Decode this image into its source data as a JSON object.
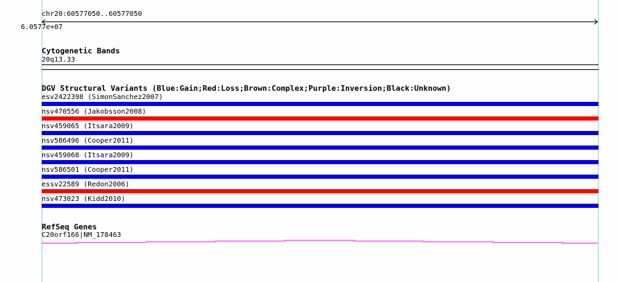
{
  "location": "chr20:60577050..60577050",
  "axis_label": "6.0577e+07",
  "cyto": {
    "title": "Cytogenetic Bands",
    "band": "20q13.33"
  },
  "dgv": {
    "title": "DGV Structural Variants (Blue:Gain;Red:Loss;Brown:Complex;Purple:Inversion;Black:Unknown)",
    "items": [
      {
        "label": "esv2422398 (SimonSanchez2007)",
        "color": "#0000ee"
      },
      {
        "label": "nsv470556 (Jakobsson2008)",
        "color": "#ff0000"
      },
      {
        "label": "nsv459065 (Itsara2009)",
        "color": "#0000ee"
      },
      {
        "label": "nsv586496 (Cooper2011)",
        "color": "#0000ee"
      },
      {
        "label": "nsv459068 (Itsara2009)",
        "color": "#0000ee"
      },
      {
        "label": "nsv586501 (Cooper2011)",
        "color": "#0000ee"
      },
      {
        "label": "essv22589 (Redon2006)",
        "color": "#ff0000"
      },
      {
        "label": "nsv473023 (Kidd2010)",
        "color": "#0000ee"
      }
    ]
  },
  "refseq": {
    "title": "RefSeq Genes",
    "gene": "C20orf166|NM_178463",
    "color": "#ff00ff"
  }
}
